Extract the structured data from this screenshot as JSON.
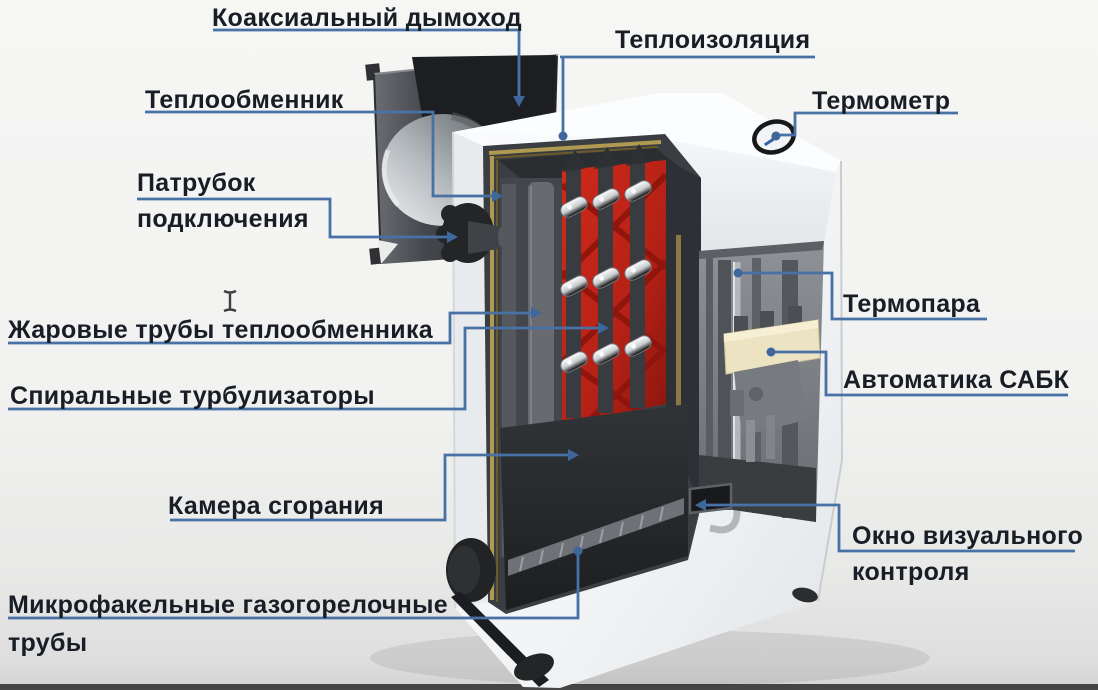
{
  "diagram": {
    "type": "labeled-cutaway-illustration",
    "leader_color": "#4871a6",
    "label_text_color": "#181d26",
    "labels": {
      "coaxial_chimney": {
        "text": "Коаксиальный дымоход"
      },
      "thermal_insulation": {
        "text": "Теплоизоляция"
      },
      "heat_exchanger": {
        "text": "Теплообменник"
      },
      "thermometer": {
        "text": "Термометр"
      },
      "connection_pipe": {
        "line1": "Патрубок",
        "line2": "подключения"
      },
      "fire_tubes": {
        "text": "Жаровые трубы теплообменника"
      },
      "thermocouple": {
        "text": "Термопара"
      },
      "spiral_turbulators": {
        "text": "Спиральные турбулизаторы"
      },
      "sabk_automation": {
        "text": "Автоматика САБК"
      },
      "combustion_chamber": {
        "text": "Камера сгорания"
      },
      "inspection_window": {
        "line1": "Окно визуального",
        "line2": "контроля"
      },
      "burner_tubes": {
        "line1": "Микрофакельные газогорелочные",
        "line2": "трубы"
      }
    },
    "illustration_colors": {
      "boiler_body": "#f3f5f7",
      "chimney_dark": "#25272a",
      "combustion_red": "#b52116",
      "insulation_brass": "#a6924e",
      "automation_block": "#ebe3c2",
      "interior_gray": "#46494d",
      "bottom_bar": "#454545"
    }
  }
}
